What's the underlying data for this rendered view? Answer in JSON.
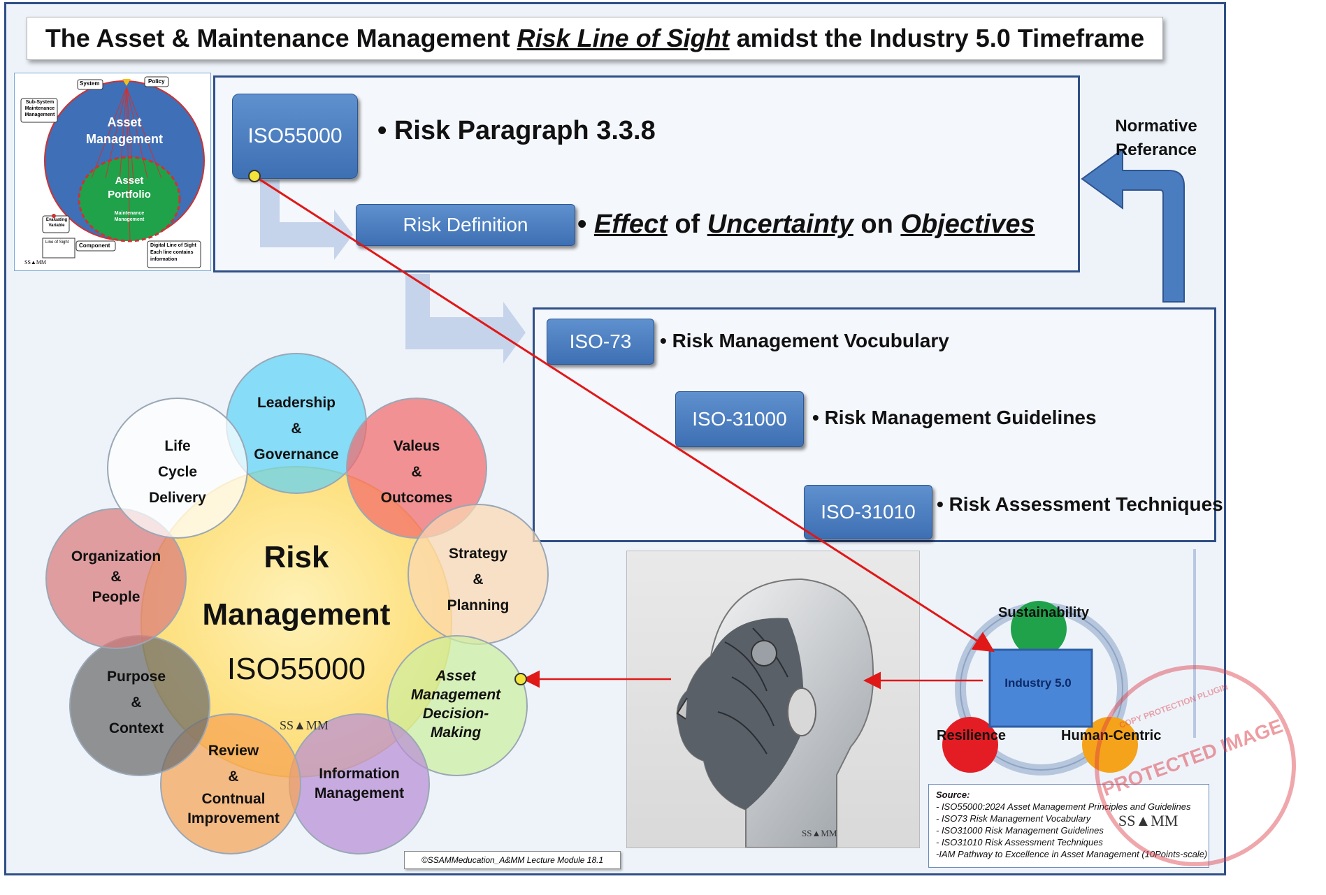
{
  "title": {
    "part1": "The Asset & Maintenance Management",
    "emphasis": "Risk Line of Sight",
    "part2": "amidst the Industry 5.0 Timeframe"
  },
  "thumbnail": {
    "system": "System",
    "policy": "Policy",
    "subsystem": "Sub-System Maintenance Management",
    "asset_management": "Asset Management",
    "asset_portfolio": "Asset Portfolio",
    "maintenance_management": "Maintenance Management",
    "evaluating_variable": "Evaluating Variable",
    "component": "Component",
    "line_of_sight": "Line of Sight",
    "digital_los": "Digital Line of Sight Each line contains information",
    "logo": "SS▲MM"
  },
  "iso55000_panel": {
    "iso_label": "ISO55000",
    "risk_paragraph": "• Risk Paragraph 3.3.8",
    "risk_definition_label": "Risk Definition",
    "definition_bullet": "•",
    "def_effect": "Effect",
    "def_of": "of",
    "def_uncertainty": "Uncertainty",
    "def_on": "on",
    "def_objectives": "Objectives"
  },
  "normative": {
    "line1": "Normative",
    "line2": "Referance"
  },
  "iso_panel": {
    "items": [
      {
        "label": "ISO-73",
        "text": "• Risk Management Vocubulary"
      },
      {
        "label": "ISO-31000",
        "text": "• Risk Management Guidelines"
      },
      {
        "label": "ISO-31010",
        "text": "• Risk Assessment Techniques"
      }
    ]
  },
  "risk_wheel": {
    "center_line1": "Risk",
    "center_line2": "Management",
    "center_line3": "ISO55000",
    "logo": "SS▲MM",
    "petals": [
      {
        "lines": [
          "Leadership",
          "&",
          "Governance"
        ],
        "color": "#5fd3f5"
      },
      {
        "lines": [
          "Valeus",
          "&",
          "Outcomes"
        ],
        "color": "#f36b6b"
      },
      {
        "lines": [
          "Strategy",
          "&",
          "Planning"
        ],
        "color": "#fbd8b2"
      },
      {
        "lines": [
          "Asset",
          "Management",
          "Decision-",
          "Making"
        ],
        "color": "#cdeea0"
      },
      {
        "lines": [
          "Information",
          "Management"
        ],
        "color": "#b98fd6"
      },
      {
        "lines": [
          "Review",
          "&",
          "Contnual",
          "Improvement"
        ],
        "color": "#f6a456"
      },
      {
        "lines": [
          "Purpose",
          "&",
          "Context"
        ],
        "color": "#6b6b6b"
      },
      {
        "lines": [
          "Organization",
          "&",
          "People"
        ],
        "color": "#d97b7b"
      },
      {
        "lines": [
          "Life",
          "Cycle",
          "Delivery"
        ],
        "color": "#ffffff"
      }
    ]
  },
  "industry": {
    "sustainability": "Sustainability",
    "resilience": "Resilience",
    "human_centric": "Human-Centric",
    "center": "Industry 5.0",
    "image_logo": "SS▲MM"
  },
  "source": {
    "heading": "Source:",
    "lines": [
      "- ISO55000:2024 Asset Management Principles and Guidelines",
      "- ISO73 Risk Management Vocabulary",
      "- ISO31000 Risk Management Guidelines",
      "- ISO31010 Risk Assessment Techniques",
      "-IAM Pathway to Excellence in Asset Management (10Points-scale)"
    ],
    "logo": "SS▲MM"
  },
  "copyright": "©SSAMMeducation_A&MM Lecture Module 18.1",
  "stamp": {
    "line1": "PROTECTED IMAGE",
    "line2": "COPY PROTECTION PLUGIN"
  },
  "colors": {
    "frame": "#2f4f86",
    "button": "#4a7cc0",
    "red_line": "#e01818",
    "center_yellow": "#fde48a"
  }
}
